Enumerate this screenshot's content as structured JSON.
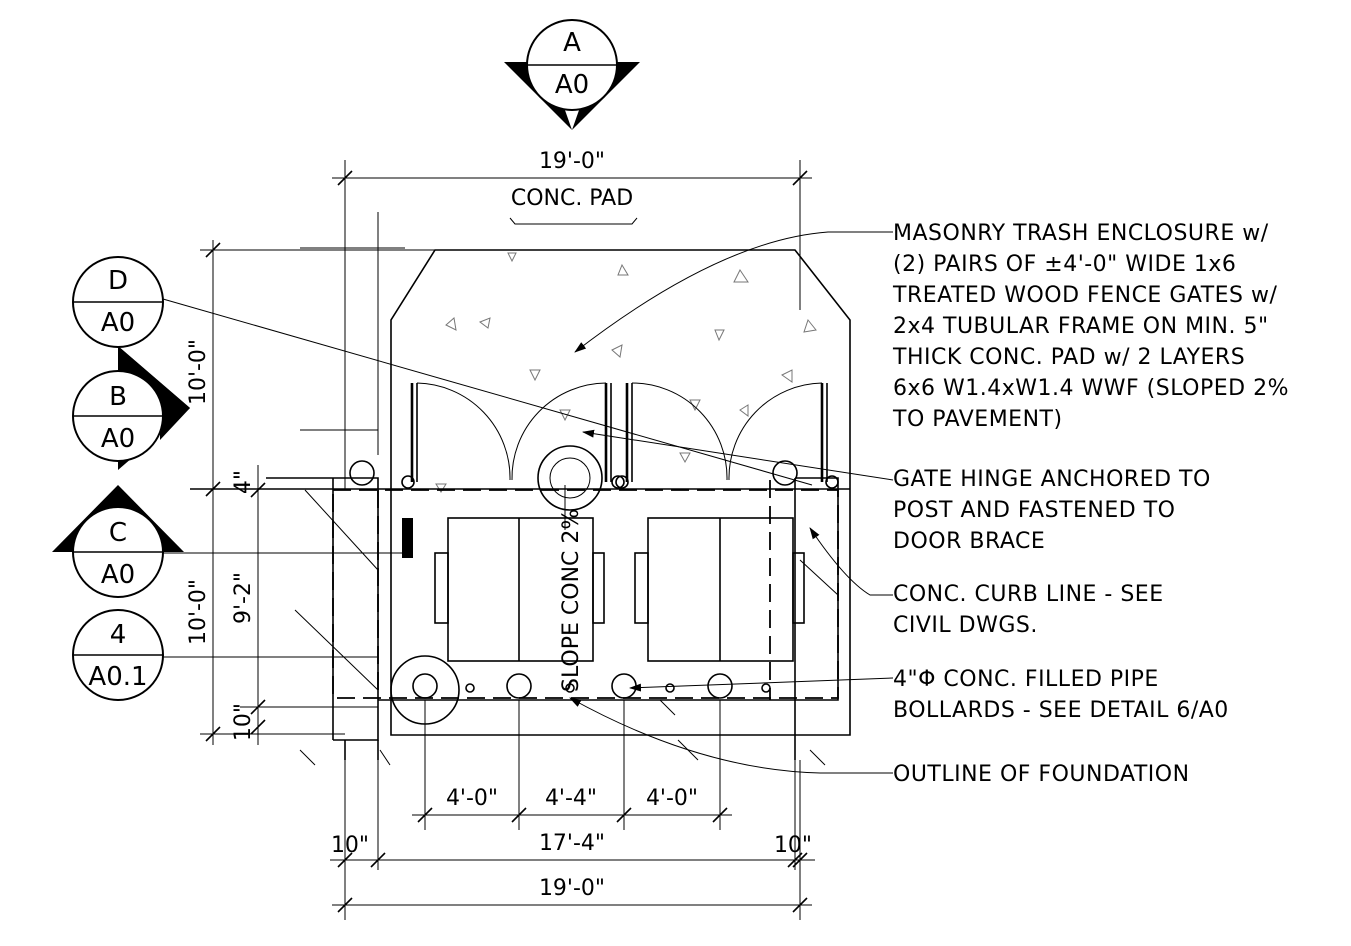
{
  "sections": [
    {
      "id": "A",
      "sheet": "A0"
    },
    {
      "id": "D",
      "sheet": "A0"
    },
    {
      "id": "B",
      "sheet": "A0"
    },
    {
      "id": "C",
      "sheet": "A0"
    },
    {
      "id": "4",
      "sheet": "A0.1"
    }
  ],
  "labels": {
    "pad": "CONC. PAD",
    "slope": "SLOPE CONC 2%"
  },
  "dimensions": {
    "top_width": "19'-0\"",
    "bottom_width": "19'-0\"",
    "inner_width": "17'-4\"",
    "left_wall": "10\"",
    "right_wall": "10\"",
    "bollard_1": "4'-0\"",
    "bollard_2": "4'-4\"",
    "bollard_3": "4'-0\"",
    "pad_depth": "10'-0\"",
    "enclosure_depth": "10'-0\"",
    "interior_depth": "9'-2\"",
    "front_wall": "4\"",
    "back_wall": "10\""
  },
  "notes": {
    "masonry": [
      "MASONRY TRASH ENCLOSURE w/",
      "(2) PAIRS OF ±4'-0\" WIDE 1x6",
      "TREATED WOOD FENCE GATES w/",
      "2x4 TUBULAR FRAME ON MIN. 5\"",
      "THICK CONC. PAD w/ 2 LAYERS",
      "6x6 W1.4xW1.4 WWF (SLOPED 2%",
      "TO PAVEMENT)"
    ],
    "hinge": [
      "GATE HINGE ANCHORED TO",
      "POST AND FASTENED TO",
      "DOOR BRACE"
    ],
    "curb": [
      "CONC. CURB LINE - SEE",
      "CIVIL DWGS."
    ],
    "bollards": [
      "4\"Φ CONC. FILLED PIPE",
      "BOLLARDS - SEE DETAIL 6/A0"
    ],
    "foundation": [
      "OUTLINE OF FOUNDATION"
    ]
  }
}
